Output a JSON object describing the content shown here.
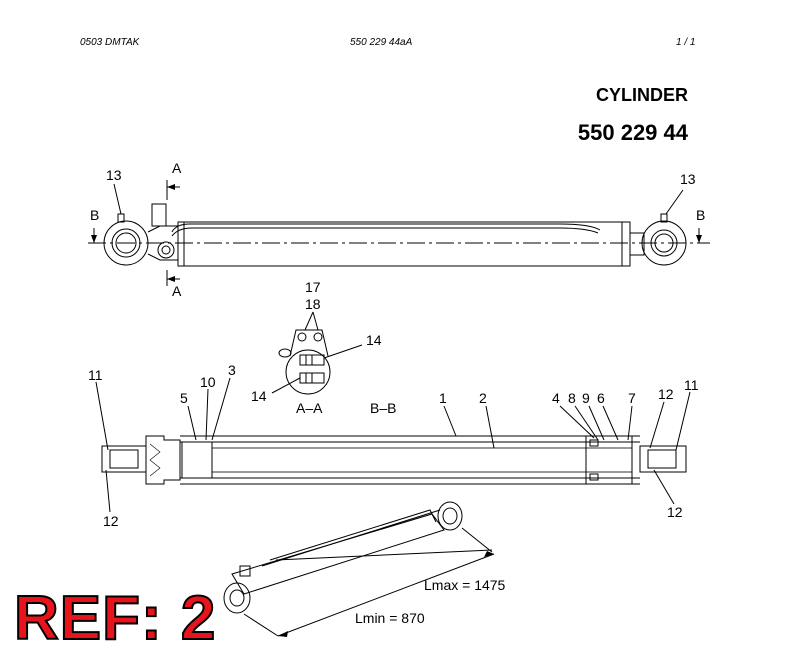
{
  "header": {
    "doc_code": "0503 DMTAK",
    "drawing_no": "550 229 44aA",
    "sheet": "1 /   1"
  },
  "title": "CYLINDER",
  "part_number": "550 229 44",
  "labels": {
    "top_left_13": "13",
    "top_right_13": "13",
    "section_a_top": "A",
    "section_a_bottom": "A",
    "section_b_left": "B",
    "section_b_right": "B",
    "detail_17": "17",
    "detail_18": "18",
    "detail_14_right": "14",
    "detail_14_left": "14",
    "view_aa": "A–A",
    "view_bb": "B–B",
    "sec_11_left": "11",
    "sec_5": "5",
    "sec_10": "10",
    "sec_3": "3",
    "sec_1": "1",
    "sec_2": "2",
    "sec_4": "4",
    "sec_8": "8",
    "sec_9": "9",
    "sec_6": "6",
    "sec_7": "7",
    "sec_12_right_top": "12",
    "sec_11_right": "11",
    "sec_12_left": "12",
    "sec_12_right_bottom": "12"
  },
  "dimensions": {
    "lmax": "Lmax = 1475",
    "lmin": "Lmin = 870"
  },
  "ref_stamp": "REF: 2",
  "colors": {
    "stamp_red": "#e8141b",
    "line": "#000000"
  }
}
